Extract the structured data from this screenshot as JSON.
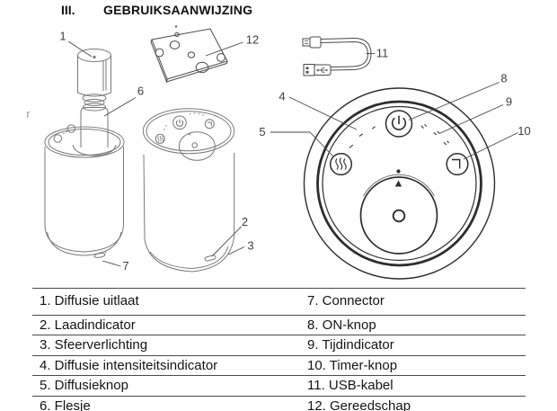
{
  "header": {
    "section_number": "III.",
    "title": "GEBRUIKSAANWIJZING"
  },
  "diagram": {
    "callouts": [
      "1",
      "2",
      "3",
      "4",
      "5",
      "6",
      "7",
      "8",
      "9",
      "10",
      "11",
      "12"
    ],
    "stray_mark": "r",
    "icons": {
      "power_button": "power-icon",
      "mist_button": "steam-waves-icon",
      "timer_button": "corner-hand-icon",
      "usb_plug": "usb-trident-icon"
    }
  },
  "parts_table": {
    "rows": [
      {
        "left": "1. Diffusie uitlaat",
        "right": "7. Connector"
      },
      {
        "left": "2. Laadindicator",
        "right": "8. ON-knop"
      },
      {
        "left": "3. Sfeerverlichting",
        "right": "9. Tijdindicator"
      },
      {
        "left": "4. Diffusie intensiteitsindicator",
        "right": "10. Timer-knop"
      },
      {
        "left": "5. Diffusieknop",
        "right": "11. USB-kabel"
      },
      {
        "left": "6. Flesje",
        "right": "12. Gereedschap"
      }
    ]
  },
  "colors": {
    "ink": "#111111",
    "drawing_dark": "#2d2d2d",
    "drawing_light": "#7a7a7a",
    "callout_text": "#3f3f3f",
    "table_line": "#4a4a4a",
    "background": "#ffffff"
  }
}
